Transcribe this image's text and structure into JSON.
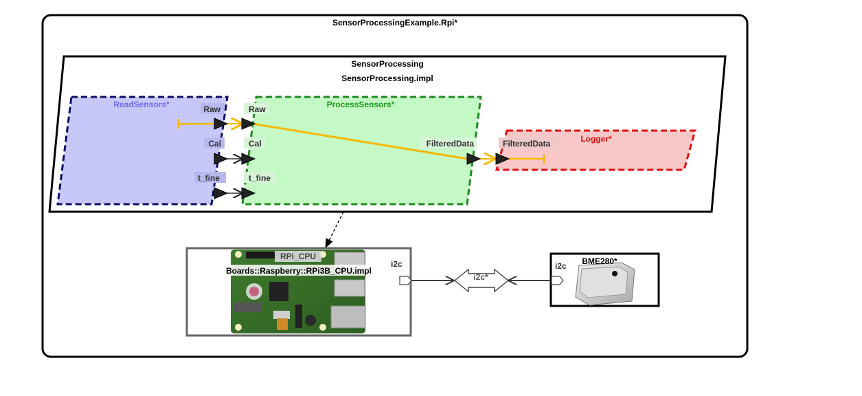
{
  "colors": {
    "read": "#1a1a7a",
    "read_fill": "#c8c8f8",
    "read_text": "#6a6aee",
    "process": "#1f8a1f",
    "process_fill": "#c4f8c4",
    "process_text": "#1a9a1a",
    "logger": "#e01010",
    "logger_fill": "#f8c8c8",
    "logger_text": "#dd1111",
    "flow": "#f5b800",
    "outline": "#000000",
    "board_frame": "#666666",
    "port_bg": "#d8f4d8",
    "port_bg_blue": "#b8b8ee",
    "port_bg_red": "#eec8c8"
  },
  "diagram": {
    "system_label": "SensorProcessingExample.Rpi*",
    "process": {
      "name": "SensorProcessing",
      "impl": "SensorProcessing.impl"
    },
    "threads": {
      "read": {
        "name": "ReadSensors*",
        "ports": {
          "raw": "Raw",
          "cal": "Cal",
          "tfine": "t_fine"
        }
      },
      "process": {
        "name": "ProcessSensors*",
        "ports": {
          "raw": "Raw",
          "cal": "Cal",
          "tfine": "t_fine",
          "filtered": "FilteredData"
        }
      },
      "logger": {
        "name": "Logger*",
        "ports": {
          "filtered": "FilteredData"
        }
      }
    },
    "cpu": {
      "name": "RPi_CPU",
      "impl": "Boards::Raspberry::RPi3B_CPU.impl",
      "port": "i2c"
    },
    "bus": {
      "name": "i2c*"
    },
    "device": {
      "name": "BME280*",
      "port": "i2c"
    }
  }
}
